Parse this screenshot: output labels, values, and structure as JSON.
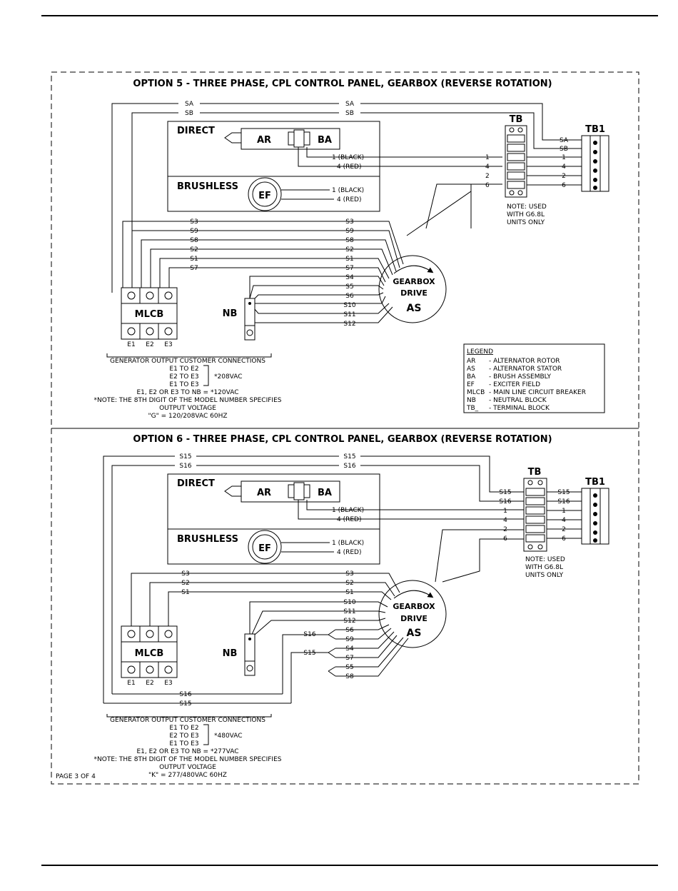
{
  "page_footer": "PAGE 3 OF 4",
  "common": {
    "direct": "DIRECT",
    "brushless": "BRUSHLESS",
    "ar": "AR",
    "ba": "BA",
    "ef": "EF",
    "tb": "TB",
    "tb1": "TB1",
    "mlcb": "MLCB",
    "nb": "NB",
    "gearbox": "GEARBOX",
    "drive": "DRIVE",
    "as": "AS",
    "black": "1 (BLACK)",
    "red": "4 (RED)",
    "note1": "NOTE: USED",
    "note2": "WITH G6.8L",
    "note3": "UNITS ONLY",
    "e1": "E1",
    "e2": "E2",
    "e3": "E3"
  },
  "option5": {
    "title": "OPTION 5 - THREE PHASE, CPL CONTROL PANEL, GEARBOX (REVERSE ROTATION)",
    "top_leads": [
      "SA",
      "SB"
    ],
    "tb_leads": [
      "1",
      "4",
      "2",
      "6"
    ],
    "mlcb_leads": [
      "S3",
      "S9",
      "S8",
      "S2",
      "S1",
      "S7"
    ],
    "as_leads": [
      "S3",
      "S9",
      "S8",
      "S2",
      "S1",
      "S7",
      "S4",
      "S5",
      "S6",
      "S10",
      "S11",
      "S12"
    ],
    "notes": {
      "heading": "GENERATOR OUTPUT CUSTOMER CONNECTIONS",
      "l1": "E1  TO  E2",
      "l2": "E2  TO  E3",
      "l3": "E1  TO  E3",
      "v1": "*208VAC",
      "l4": "E1, E2 OR E3 TO NB = *120VAC",
      "l5": "*NOTE:  THE 8TH DIGIT OF THE MODEL NUMBER SPECIFIES",
      "l6": "OUTPUT VOLTAGE",
      "l7": "\"G\" = 120/208VAC 60HZ"
    },
    "legend": {
      "title": "LEGEND",
      "items": [
        {
          "code": "AR",
          "desc": "-  ALTERNATOR ROTOR"
        },
        {
          "code": "AS",
          "desc": "-  ALTERNATOR STATOR"
        },
        {
          "code": "BA",
          "desc": "-  BRUSH ASSEMBLY"
        },
        {
          "code": "EF",
          "desc": "-  EXCITER FIELD"
        },
        {
          "code": "MLCB",
          "desc": "-  MAIN LINE CIRCUIT BREAKER"
        },
        {
          "code": "NB",
          "desc": "-  NEUTRAL BLOCK"
        },
        {
          "code": "TB_",
          "desc": "-  TERMINAL BLOCK"
        }
      ]
    }
  },
  "option6": {
    "title": "OPTION 6 - THREE PHASE, CPL CONTROL PANEL, GEARBOX (REVERSE ROTATION)",
    "top_leads": [
      "S15",
      "S16"
    ],
    "tb_leads": [
      "S15",
      "S16",
      "1",
      "4",
      "2",
      "6"
    ],
    "mlcb_leads": [
      "S3",
      "S2",
      "S1"
    ],
    "as_leads": [
      "S3",
      "S2",
      "S1",
      "S10",
      "S11",
      "S12",
      "S6",
      "S9",
      "S4",
      "S7",
      "S5",
      "S8"
    ],
    "jumpers": [
      "S16",
      "S15"
    ],
    "bottom_leads": [
      "S16",
      "S15"
    ],
    "notes": {
      "heading": "GENERATOR OUTPUT CUSTOMER CONNECTIONS",
      "l1": "E1  TO  E2",
      "l2": "E2  TO  E3",
      "l3": "E1  TO  E3",
      "v1": "*480VAC",
      "l4": "E1, E2 OR E3 TO NB = *277VAC",
      "l5": "*NOTE:  THE 8TH DIGIT OF THE MODEL NUMBER SPECIFIES",
      "l6": "OUTPUT VOLTAGE",
      "l7": "\"K\" = 277/480VAC 60HZ"
    }
  }
}
